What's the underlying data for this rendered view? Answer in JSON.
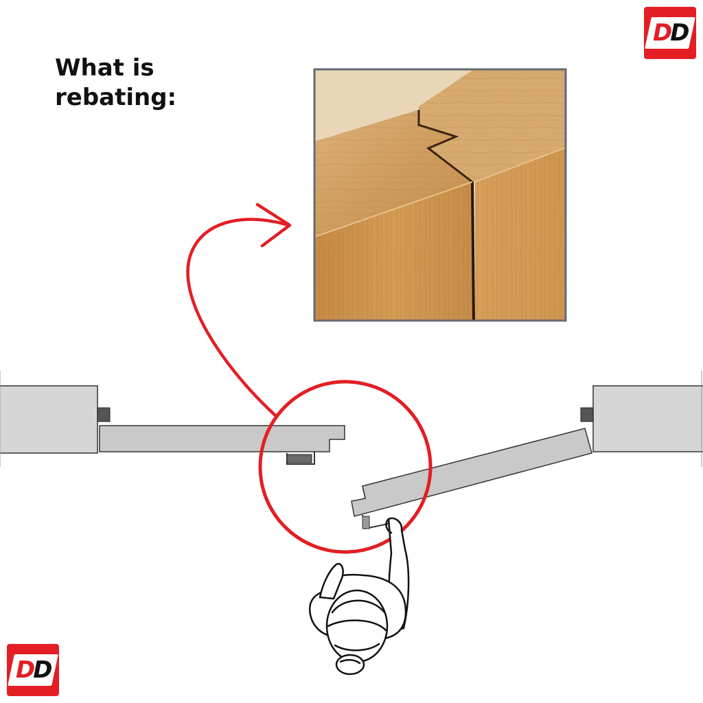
{
  "title": {
    "line1": "What is",
    "line2": "rebating:"
  },
  "logos": {
    "top_right": {
      "letter1": "D",
      "letter2": "D"
    },
    "bottom_left": {
      "letter1": "D",
      "letter2": "D"
    }
  },
  "colors": {
    "brand_red": "#e31e24",
    "highlight_red": "#e31e24",
    "wall_gray": "#d6d6d6",
    "door_gray": "#c9c9c9",
    "oak_light": "#d9a868",
    "oak_dark": "#b9813f"
  },
  "icons": {
    "arrow": "curved-arrow-icon",
    "highlight": "highlight-circle-icon",
    "person": "person-top-view-icon",
    "handle": "door-handle-icon"
  }
}
